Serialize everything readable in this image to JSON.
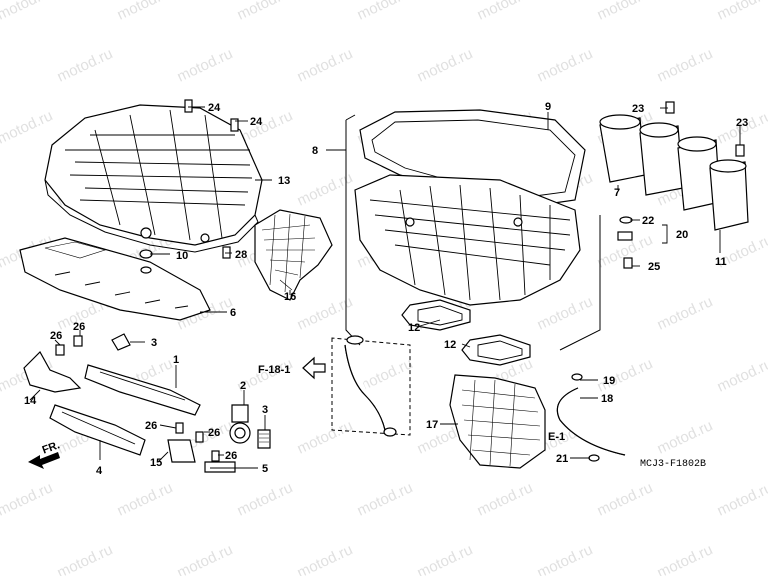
{
  "watermark": {
    "text": "motod.ru",
    "color": "#c8c8c8"
  },
  "callouts": {
    "c1": "1",
    "c2": "2",
    "c3a": "3",
    "c3b": "3",
    "c4": "4",
    "c5": "5",
    "c6": "6",
    "c7": "7",
    "c8": "8",
    "c9": "9",
    "c10": "10",
    "c11": "11",
    "c12a": "12",
    "c12b": "12",
    "c13": "13",
    "c14": "14",
    "c15": "15",
    "c16": "16",
    "c17": "17",
    "c18": "18",
    "c19": "19",
    "c20": "20",
    "c21": "21",
    "c22": "22",
    "c23a": "23",
    "c23b": "23",
    "c24a": "24",
    "c24b": "24",
    "c25": "25",
    "c26a": "26",
    "c26b": "26",
    "c26c": "26",
    "c26d": "26",
    "c28": "28"
  },
  "refs": {
    "f18": "F-18-1",
    "e1": "E-1",
    "fr": "FR."
  },
  "diagram_code": "MCJ3-F1802B"
}
